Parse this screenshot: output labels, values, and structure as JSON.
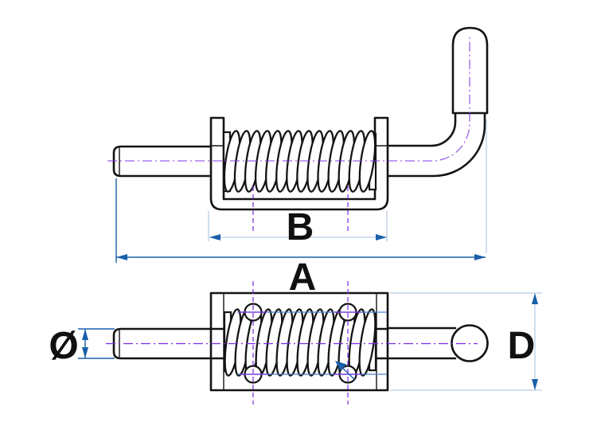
{
  "labels": {
    "dim_a": "A",
    "dim_b": "B",
    "dim_diameter": "Ø",
    "dim_d": "D"
  },
  "colors": {
    "outline": "#141414",
    "centerline": "#7b2be2",
    "dim": "#1a5fa8",
    "dimlight": "#b9cde8",
    "hidden": "#4a7fc9"
  }
}
